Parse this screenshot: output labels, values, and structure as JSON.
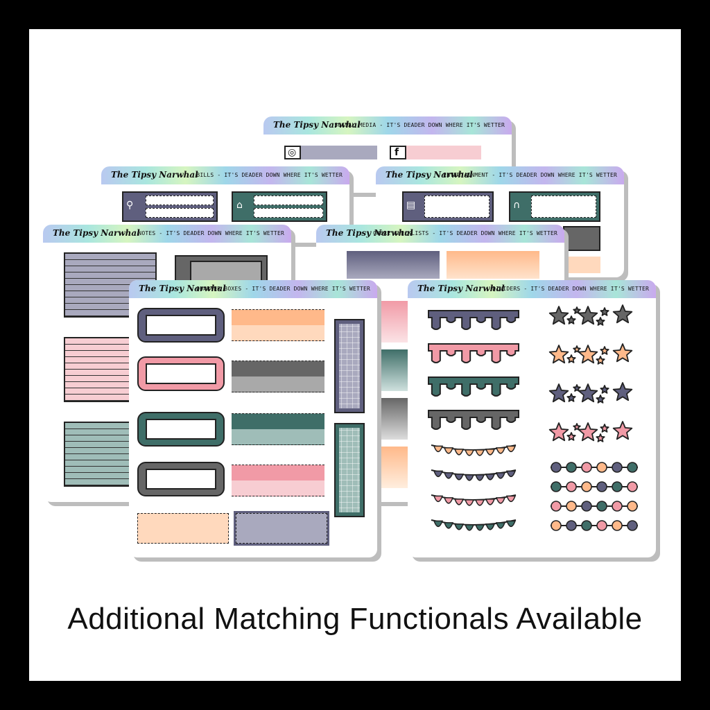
{
  "brand": "The Tipsy Narwhal",
  "sheets": {
    "social": {
      "title": "SOCIAL MEDIA - IT'S DEADER DOWN WHERE IT'S WETTER"
    },
    "bills": {
      "title": "BILLS - IT'S DEADER DOWN WHERE IT'S WETTER"
    },
    "entertainment": {
      "title": "ENTERTAINMENT - IT'S DEADER DOWN WHERE IT'S WETTER"
    },
    "notes": {
      "title": "NOTES - IT'S DEADER DOWN WHERE IT'S WETTER"
    },
    "ombre": {
      "title": "OMBRE CHECKLISTS - IT'S DEADER DOWN WHERE IT'S WETTER"
    },
    "quarter": {
      "title": "QUARTER BOXES - IT'S DEADER DOWN WHERE IT'S WETTER"
    },
    "dividers": {
      "title": "DIVIDERS - IT'S DEADER DOWN WHERE IT'S WETTER"
    }
  },
  "icons": [
    "instagram-icon",
    "facebook-icon",
    "faucet-icon",
    "home-icon",
    "book-icon",
    "headphones-icon"
  ],
  "colors": {
    "purple": "#5f5f7e",
    "lavender": "#a9a9be",
    "pink": "#f19aa6",
    "light_pink": "#f7cdd2",
    "teal": "#3f6e68",
    "light_teal": "#9fbdb8",
    "gray": "#666666",
    "light_gray": "#a9a9a9",
    "peach": "#ffb98a",
    "light_peach": "#ffd9bd",
    "background": "#000000",
    "panel": "#ffffff"
  },
  "footer": "Additional Matching Functionals Available"
}
